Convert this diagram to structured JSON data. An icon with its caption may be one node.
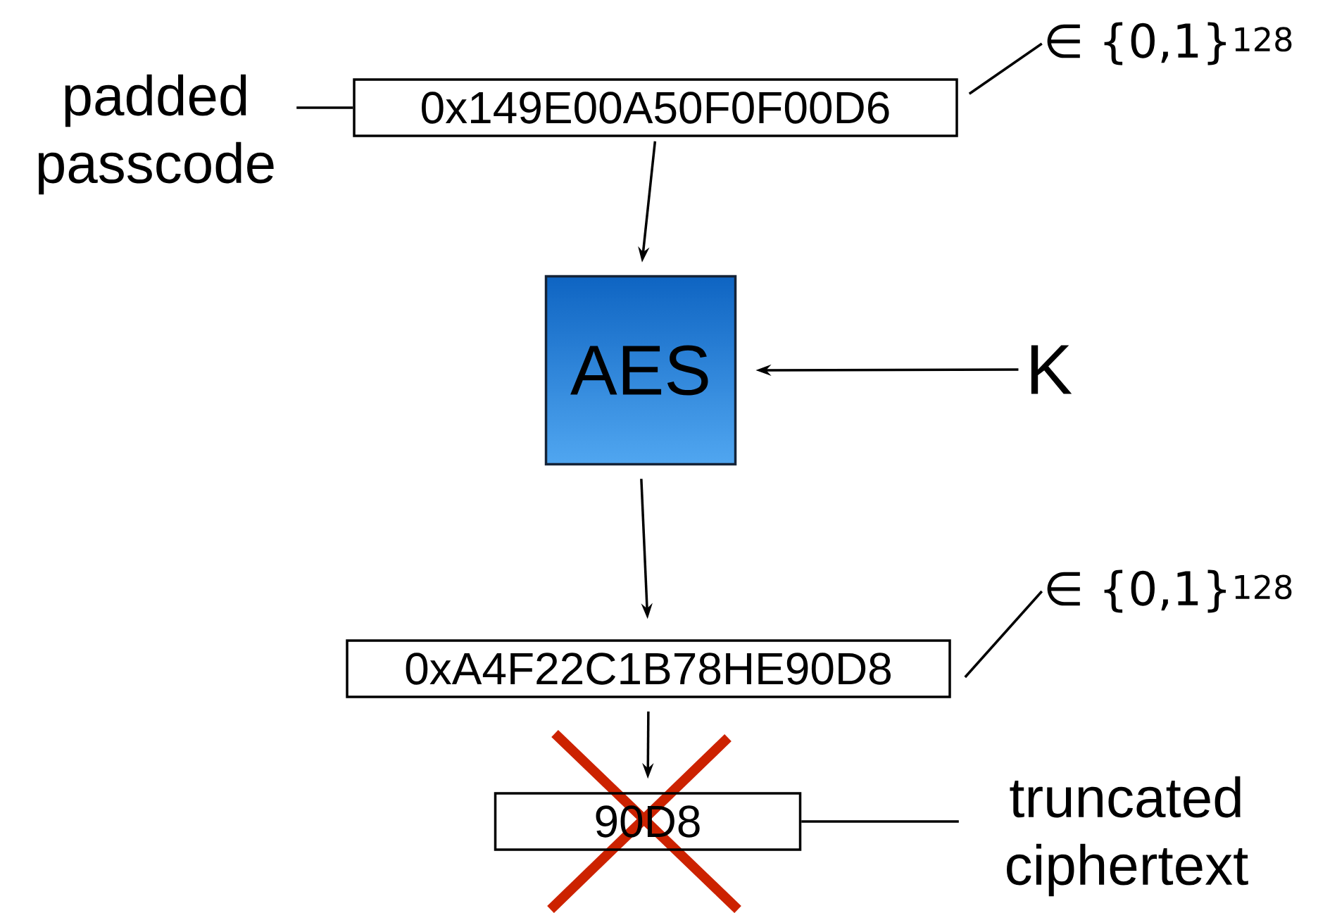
{
  "diagram": {
    "nodes": [
      {
        "text": [
          "padded passcode"
        ]
      },
      {
        "text": [
          "0x149E00A50F0F00D6"
        ]
      },
      {
        "text": [
          "∈ {0,1}$^{128}$"
        ]
      },
      {
        "text": [
          "AES"
        ]
      },
      {
        "text": [
          "K"
        ]
      },
      {
        "text": [
          "0xA4F22C1B78HE90D8"
        ]
      },
      {
        "text": [
          "∈ {0,1}$^{128}$"
        ]
      },
      {
        "text": [
          "90D8"
        ]
      },
      {
        "text": [
          "truncated ciphertext"
        ]
      }
    ],
    "edges": [
      {
        "from": 0,
        "to": 1,
        "arrow": "none"
      },
      {
        "from": 2,
        "to": 1,
        "arrow": "none"
      },
      {
        "from": 1,
        "to": 3,
        "arrow": "to"
      },
      {
        "from": 4,
        "to": 3,
        "arrow": "to"
      },
      {
        "from": 3,
        "to": 5,
        "arrow": "to"
      },
      {
        "from": 6,
        "to": 5,
        "arrow": "none"
      },
      {
        "from": 5,
        "to": 7,
        "arrow": "to"
      },
      {
        "from": 8,
        "to": 7,
        "arrow": "none"
      }
    ]
  }
}
